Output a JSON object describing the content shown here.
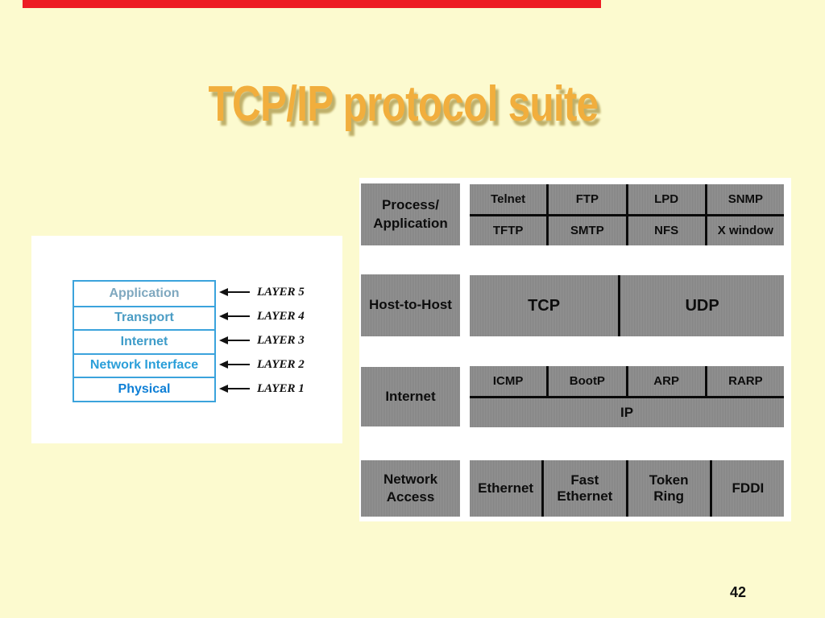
{
  "slide": {
    "title": "TCP/IP protocol suite",
    "page_number": "42",
    "colors": {
      "background": "#FCFACF",
      "title": "#F1AE3D",
      "title_shadow": "#BFB06A",
      "top_bar_red": "#ED1C24",
      "box_gray": "#8C8C8C",
      "divider_black": "#0A0A0A",
      "stack_border_blue": "#3BA3DC",
      "panel_white": "#FFFFFF"
    }
  },
  "layers_diagram": {
    "rows": [
      {
        "label": "Application",
        "layer": "LAYER 5",
        "color": "#7FA8BF"
      },
      {
        "label": "Transport",
        "layer": "LAYER 4",
        "color": "#4A9CC4"
      },
      {
        "label": "Internet",
        "layer": "LAYER 3",
        "color": "#3E9CC9"
      },
      {
        "label": "Network Interface",
        "layer": "LAYER 2",
        "color": "#2B9FD9"
      },
      {
        "label": "Physical",
        "layer": "LAYER 1",
        "color": "#0E7FD6"
      }
    ]
  },
  "protocol_suite": {
    "rows": [
      {
        "label_lines": [
          "Process/",
          "Application"
        ],
        "cells_top": [
          "Telnet",
          "FTP",
          "LPD",
          "SNMP"
        ],
        "cells_bottom": [
          "TFTP",
          "SMTP",
          "NFS",
          "X window"
        ]
      },
      {
        "label_lines": [
          "Host-to-Host"
        ],
        "cells": [
          "TCP",
          "UDP"
        ]
      },
      {
        "label_lines": [
          "Internet"
        ],
        "cells_top": [
          "ICMP",
          "BootP",
          "ARP",
          "RARP"
        ],
        "cells_bottom": [
          "IP"
        ]
      },
      {
        "label_lines": [
          "Network",
          "Access"
        ],
        "cells": [
          "Ethernet",
          "Fast Ethernet",
          "Token Ring",
          "FDDI"
        ]
      }
    ]
  }
}
